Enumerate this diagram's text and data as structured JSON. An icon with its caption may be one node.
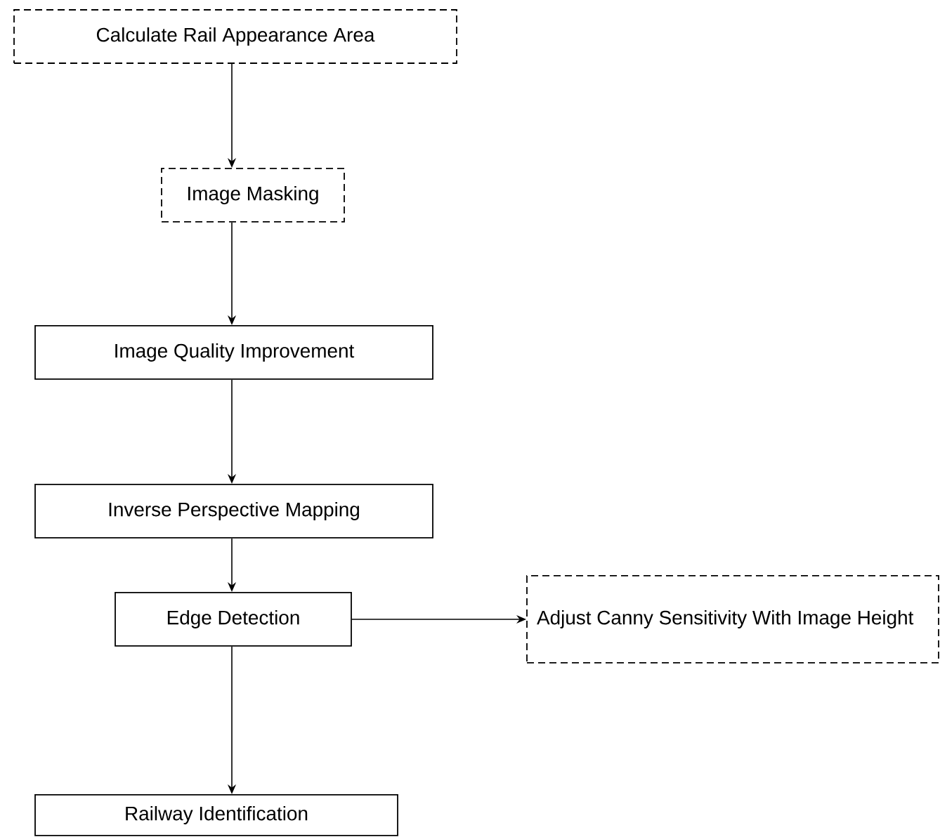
{
  "diagram": {
    "nodes": [
      {
        "text": [
          "Calculate Rail Appearance Area"
        ]
      },
      {
        "text": [
          "Image Masking"
        ]
      },
      {
        "text": [
          "Image Quality Improvement"
        ]
      },
      {
        "text": [
          "Inverse Perspective Mapping"
        ]
      },
      {
        "text": [
          "Edge Detection"
        ]
      },
      {
        "text": [
          "Adjust Canny Sensitivity With Image Height"
        ]
      },
      {
        "text": [
          "Railway Identification"
        ]
      }
    ],
    "edges": [
      {
        "from": 0,
        "to": 1,
        "arrow": "to"
      },
      {
        "from": 1,
        "to": 2,
        "arrow": "to"
      },
      {
        "from": 2,
        "to": 3,
        "arrow": "to"
      },
      {
        "from": 3,
        "to": 4,
        "arrow": "to"
      },
      {
        "from": 4,
        "to": 5,
        "arrow": "to"
      },
      {
        "from": 4,
        "to": 6,
        "arrow": "to"
      }
    ]
  }
}
